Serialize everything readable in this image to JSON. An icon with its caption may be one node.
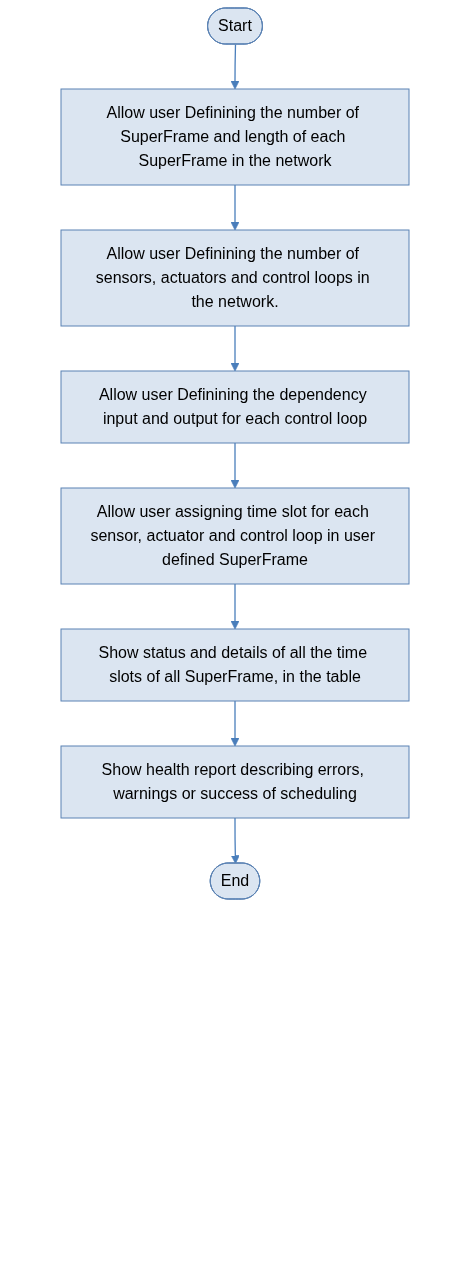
{
  "diagram": {
    "nodes": [
      {
        "text": [
          "Start"
        ]
      },
      {
        "text": [
          "Allow user Definining the number of SuperFrame and length of each SuperFrame in the network"
        ]
      },
      {
        "text": [
          "Allow user Definining the number of sensors, actuators and control loops in the network."
        ]
      },
      {
        "text": [
          "Allow user Definining the dependency input and output for each control loop"
        ]
      },
      {
        "text": [
          "Allow user assigning time slot for each sensor, actuator and control loop in user defined SuperFrame"
        ]
      },
      {
        "text": [
          "Show status and details of all the time slots of all SuperFrame, in the table"
        ]
      },
      {
        "text": [
          "Show health report describing errors, warnings or success of scheduling"
        ]
      },
      {
        "text": [
          "End"
        ]
      }
    ],
    "edges": [
      {
        "from": 0,
        "to": 1,
        "arrow": "to"
      },
      {
        "from": 1,
        "to": 2,
        "arrow": "to"
      },
      {
        "from": 2,
        "to": 3,
        "arrow": "to"
      },
      {
        "from": 3,
        "to": 4,
        "arrow": "to"
      },
      {
        "from": 4,
        "to": 5,
        "arrow": "to"
      },
      {
        "from": 5,
        "to": 6,
        "arrow": "to"
      },
      {
        "from": 6,
        "to": 7,
        "arrow": "to"
      }
    ]
  }
}
